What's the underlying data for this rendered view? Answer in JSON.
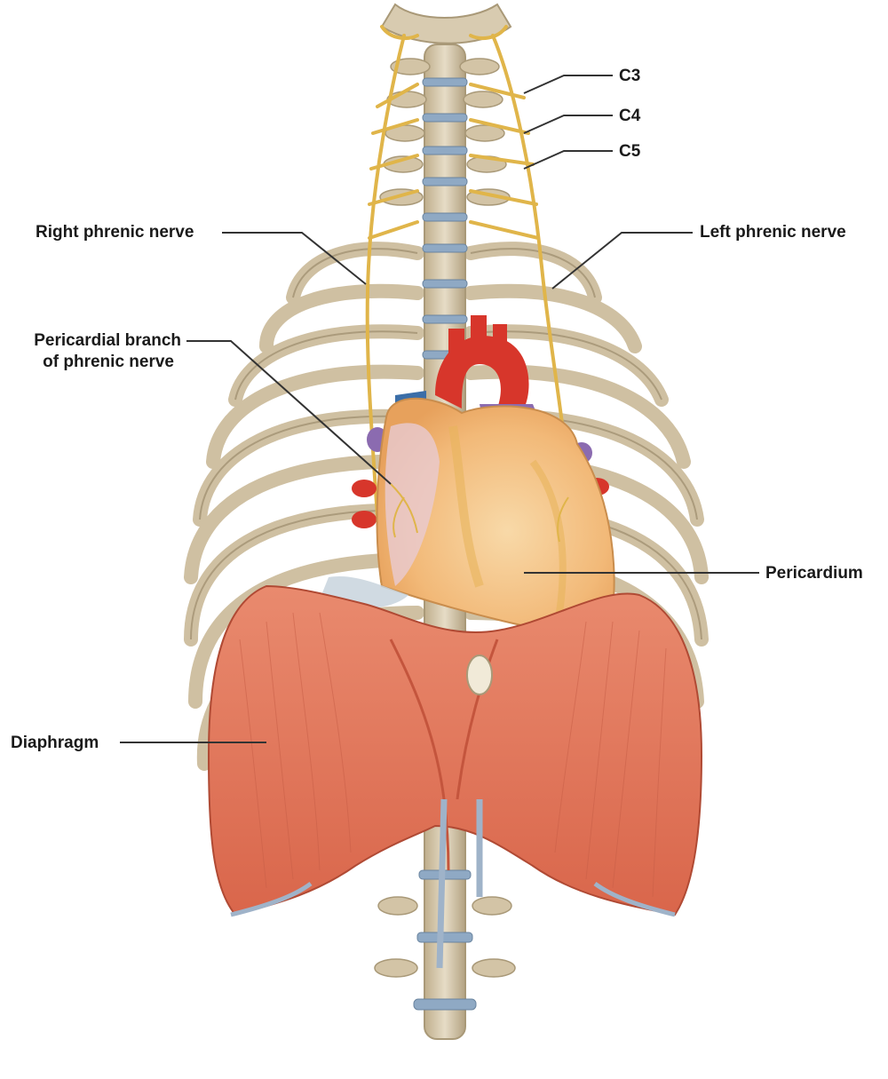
{
  "labels": {
    "c3": "C3",
    "c4": "C4",
    "c5": "C5",
    "right_phrenic": "Right phrenic nerve",
    "left_phrenic": "Left phrenic nerve",
    "pericardial_line1": "Pericardial branch",
    "pericardial_line2": "of phrenic nerve",
    "pericardium": "Pericardium",
    "diaphragm": "Diaphragm"
  },
  "colors": {
    "bone": "#d8cbb0",
    "bone_shadow": "#a99978",
    "disc": "#8fa9c4",
    "nerve": "#e0b54a",
    "muscle": "#e07a5f",
    "muscle_dark": "#c4553d",
    "pericardium": "#f4c98a",
    "artery": "#d7362b",
    "vein": "#3b6ea8",
    "pulmonary": "#8b6bb0",
    "leader": "#333333"
  }
}
